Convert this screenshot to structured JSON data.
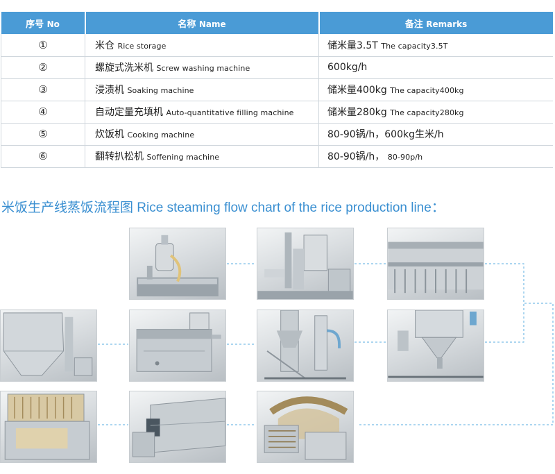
{
  "table": {
    "headers": {
      "no_cn": "序号",
      "no_en": "No",
      "name_cn": "名称",
      "name_en": "Name",
      "remark_cn": "备注",
      "remark_en": "Remarks"
    },
    "rows": [
      {
        "no": "①",
        "name_cn": "米仓",
        "name_en": "Rice storage",
        "remark_main": "储米量3.5T",
        "remark_small": "The capacity3.5T"
      },
      {
        "no": "②",
        "name_cn": "螺旋式洗米机",
        "name_en": "Screw washing machine",
        "remark_main": "600kg/h",
        "remark_small": ""
      },
      {
        "no": "③",
        "name_cn": "浸渍机",
        "name_en": "Soaking machine",
        "remark_main": "储米量400kg",
        "remark_small": "The capacity400kg"
      },
      {
        "no": "④",
        "name_cn": "自动定量充填机",
        "name_en": "Auto-quantitative filling machine",
        "remark_main": "储米量280kg",
        "remark_small": "The capacity280kg"
      },
      {
        "no": "⑤",
        "name_cn": "炊饭机",
        "name_en": "Cooking machine",
        "remark_main": "80-90锅/h，600kg生米/h",
        "remark_small": ""
      },
      {
        "no": "⑥",
        "name_cn": "翻转扒松机",
        "name_en": "Soffening machine",
        "remark_main": "80-90锅/h，",
        "remark_small": "80-90p/h"
      }
    ]
  },
  "flow": {
    "title": "米饭生产线蒸饭流程图 Rice steaming flow chart of the rice production line：",
    "line_color": "#5aaee0"
  },
  "colors": {
    "header_bg": "#4a9bd6",
    "title_color": "#3a8fd1"
  }
}
